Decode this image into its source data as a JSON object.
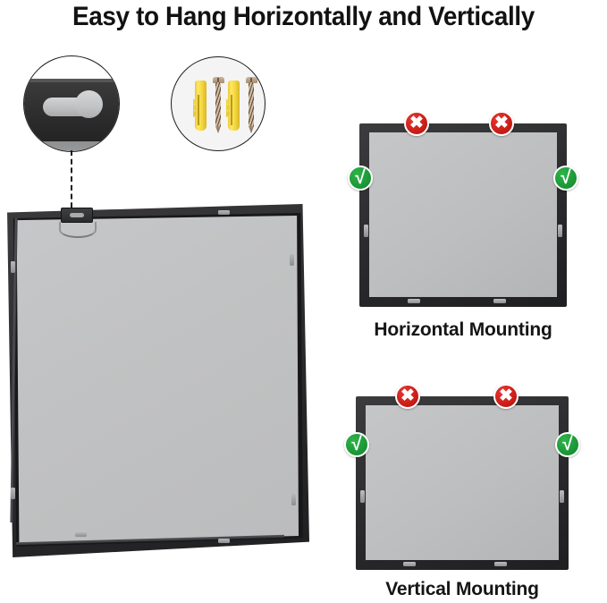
{
  "title": "Easy to Hang Horizontally and Vertically",
  "callouts": {
    "keyhole": {
      "name": "keyhole-hanger-closeup",
      "label": "keyhole-slot"
    },
    "hardware": {
      "name": "wall-anchors-and-screws-closeup",
      "anchor_color": "#f2d63f",
      "screw_color": "#b2977a",
      "anchor_count": 2,
      "screw_count": 2
    }
  },
  "main_frame": {
    "name": "picture-frame-back-view",
    "frame_color": "#2c2c2e",
    "backing_color": "#c1c2c3",
    "clip_count": 6,
    "keyhole_label": "keyhole-hanger"
  },
  "diagrams": [
    {
      "id": "horizontal",
      "label": "Horizontal Mounting",
      "badges": [
        {
          "type": "x",
          "glyph": "✖",
          "position": "top-left",
          "meaning": "incorrect"
        },
        {
          "type": "x",
          "glyph": "✖",
          "position": "top-right",
          "meaning": "incorrect"
        },
        {
          "type": "check",
          "glyph": "√",
          "position": "left",
          "meaning": "correct"
        },
        {
          "type": "check",
          "glyph": "√",
          "position": "right",
          "meaning": "correct"
        }
      ]
    },
    {
      "id": "vertical",
      "label": "Vertical Mounting",
      "badges": [
        {
          "type": "x",
          "glyph": "✖",
          "position": "top-left",
          "meaning": "incorrect"
        },
        {
          "type": "x",
          "glyph": "✖",
          "position": "top-right",
          "meaning": "incorrect"
        },
        {
          "type": "check",
          "glyph": "√",
          "position": "left",
          "meaning": "correct"
        },
        {
          "type": "check",
          "glyph": "√",
          "position": "right",
          "meaning": "correct"
        }
      ]
    }
  ],
  "colors": {
    "badge_error": "#cf1f19",
    "badge_success": "#1d9b39",
    "text": "#121212",
    "background": "#ffffff"
  }
}
